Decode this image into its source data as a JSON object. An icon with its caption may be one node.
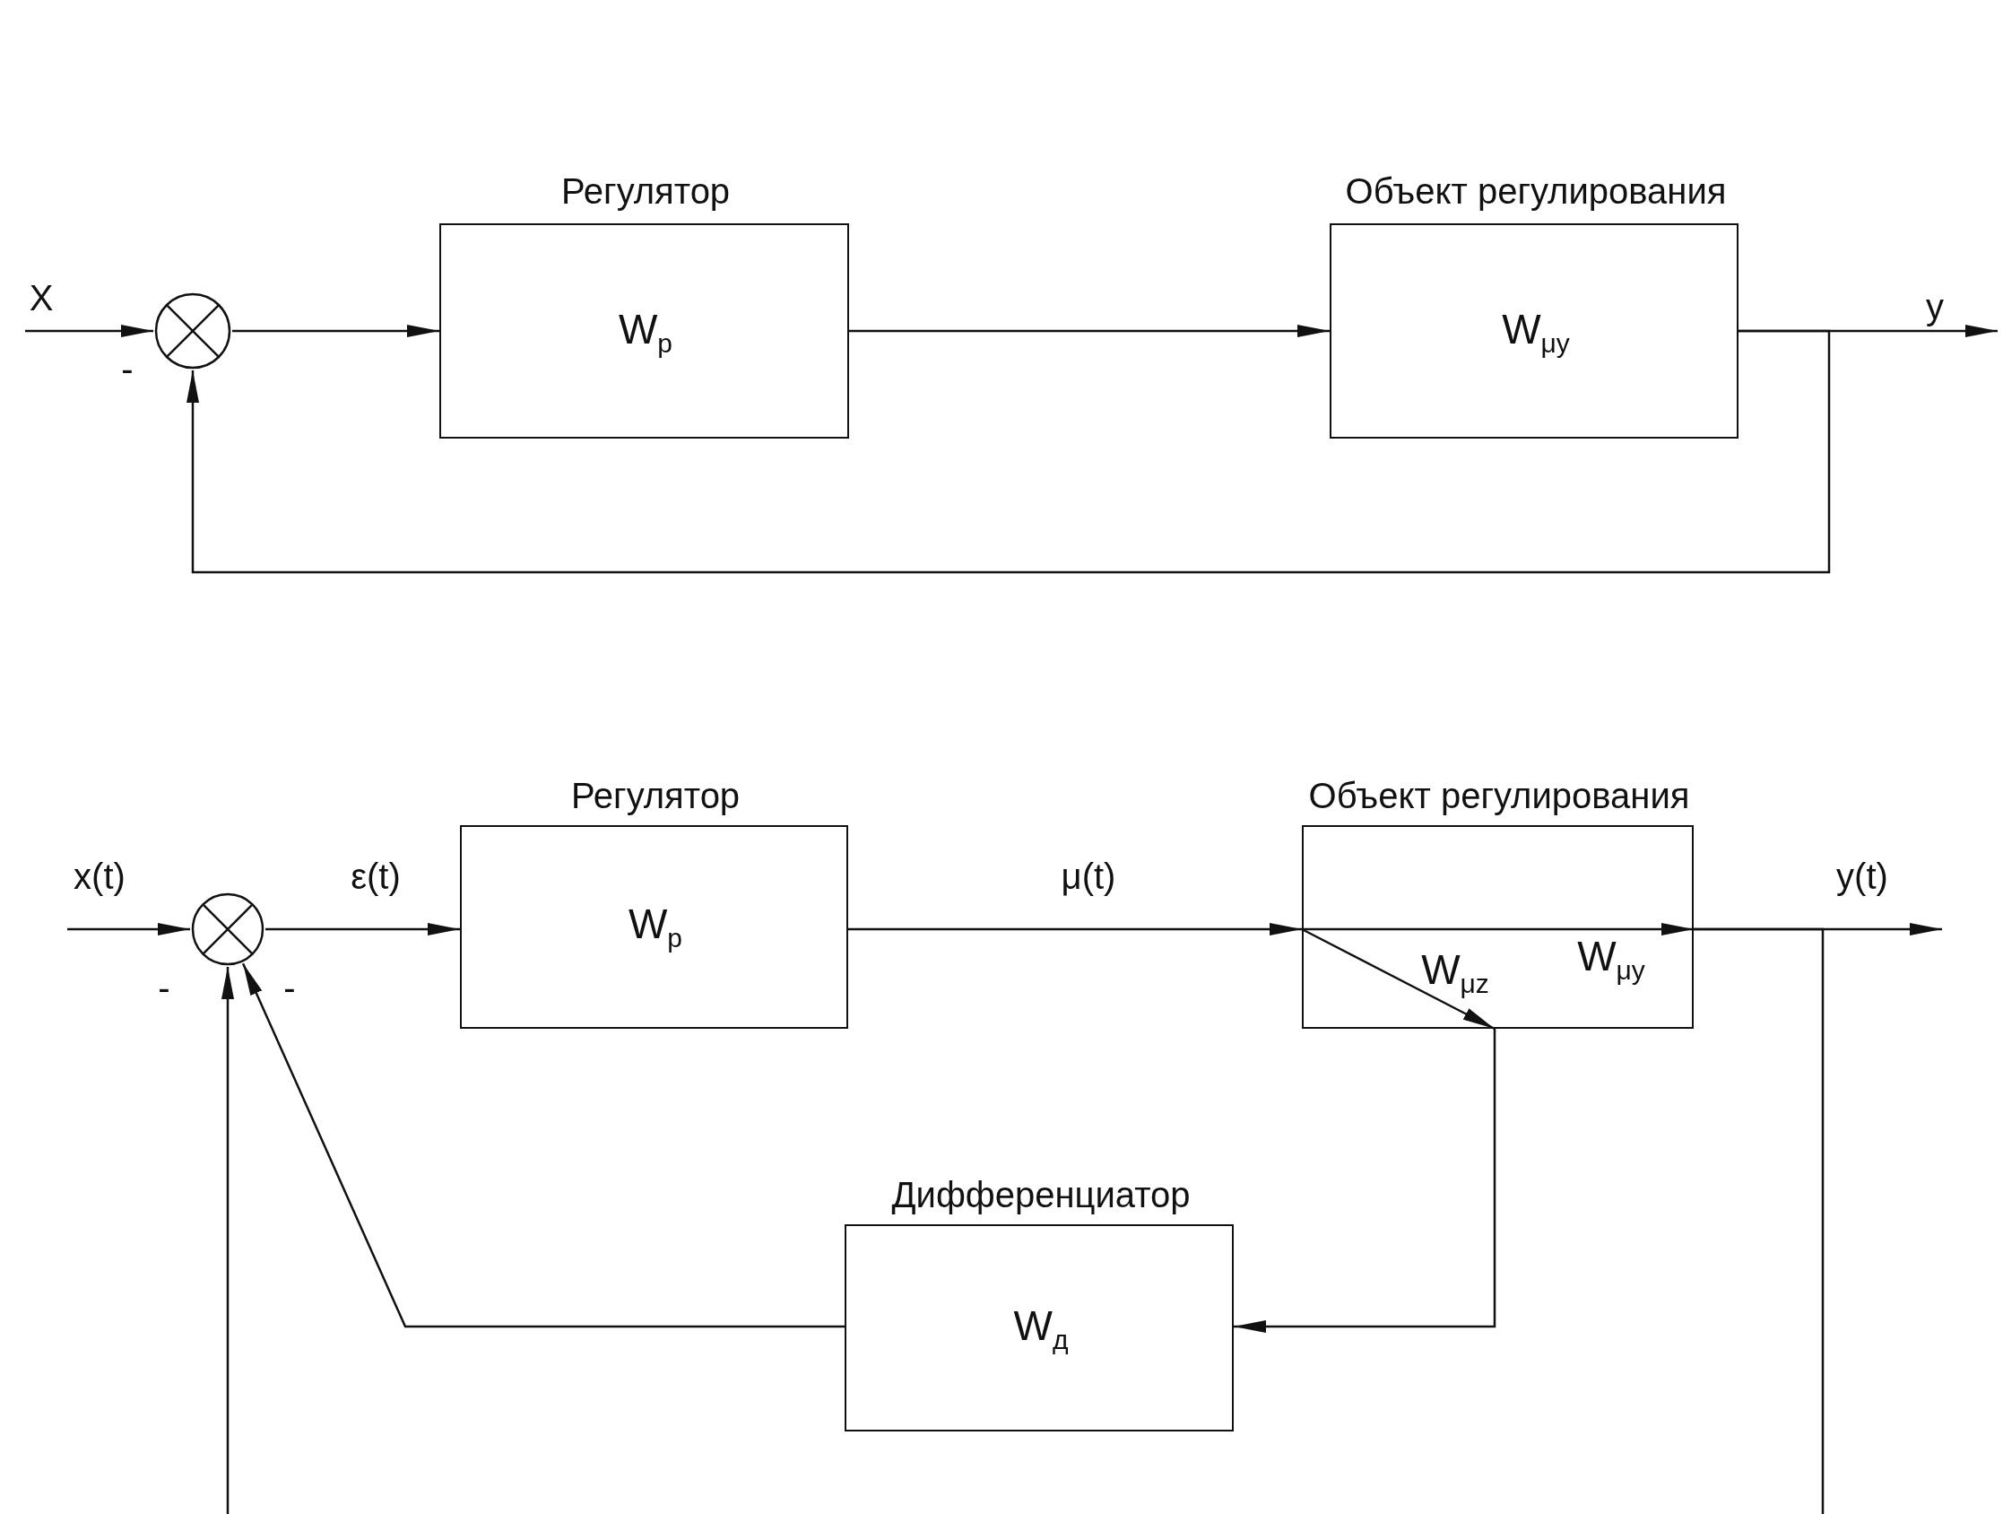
{
  "diagram": {
    "nodes": [
      {
        "text": [],
        "shape": "circle",
        "beside": [
          "-"
        ]
      },
      {
        "text": [
          "Регулятор",
          "W$_{р}$"
        ]
      },
      {
        "text": [
          "Объект регулирования",
          "W$_{μy}$"
        ]
      },
      {
        "text": [],
        "shape": "circle",
        "beside": [
          "-",
          "-"
        ]
      },
      {
        "text": [
          "Регулятор",
          "W$_{р}$"
        ]
      },
      {
        "text": [
          "Объект регулирования",
          "W$_{μz}$",
          "W$_{μy}$"
        ]
      },
      {
        "text": [
          "Дифференциатор",
          "W$_{д}$"
        ]
      }
    ],
    "edges": [
      {
        "from": null,
        "to": 0,
        "arrow": "to",
        "label": "X"
      },
      {
        "from": 0,
        "to": 1,
        "arrow": "to"
      },
      {
        "from": 1,
        "to": 2,
        "arrow": "to"
      },
      {
        "from": 2,
        "to": null,
        "arrow": "to",
        "label": "y"
      },
      {
        "from": 2,
        "to": 0,
        "arrow": "to"
      },
      {
        "from": null,
        "to": 3,
        "arrow": "to",
        "label": "x(t)"
      },
      {
        "from": 3,
        "to": 4,
        "arrow": "to",
        "label": "ε(t)"
      },
      {
        "from": 4,
        "to": 5,
        "arrow": "to",
        "label": "μ(t)"
      },
      {
        "from": 5,
        "to": null,
        "arrow": "to",
        "label": "y(t)"
      },
      {
        "from": 5,
        "to": 6,
        "arrow": "to"
      },
      {
        "from": 6,
        "to": 3,
        "arrow": "to"
      },
      {
        "from": null,
        "to": 3,
        "arrow": "to"
      },
      {
        "from": 5,
        "to": null,
        "arrow": "none"
      }
    ]
  }
}
